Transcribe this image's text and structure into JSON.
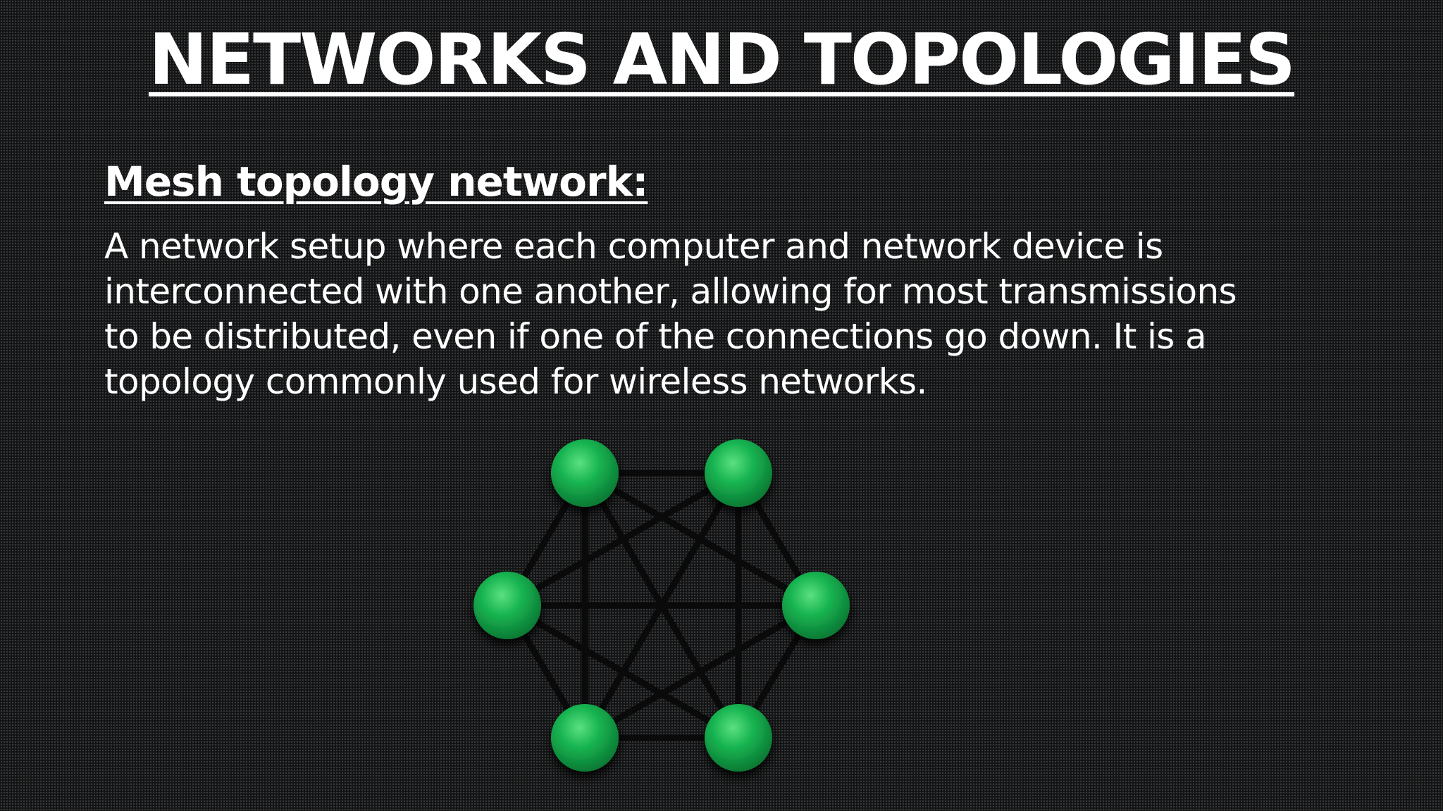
{
  "slide": {
    "title": "NETWORKS AND TOPOLOGIES",
    "subtitle": "Mesh topology network:",
    "description": "A network setup where each computer and network device is interconnected with one another, allowing for most transmissions to be distributed, even if one of the connections go down. It is a topology commonly used for wireless networks."
  },
  "diagram": {
    "nodes": [
      {
        "id": "top-left"
      },
      {
        "id": "top-right"
      },
      {
        "id": "middle-left"
      },
      {
        "id": "middle-right"
      },
      {
        "id": "bottom-left"
      },
      {
        "id": "bottom-right"
      }
    ],
    "node_color": "#13a84a",
    "link_color": "#0a0a0a"
  }
}
